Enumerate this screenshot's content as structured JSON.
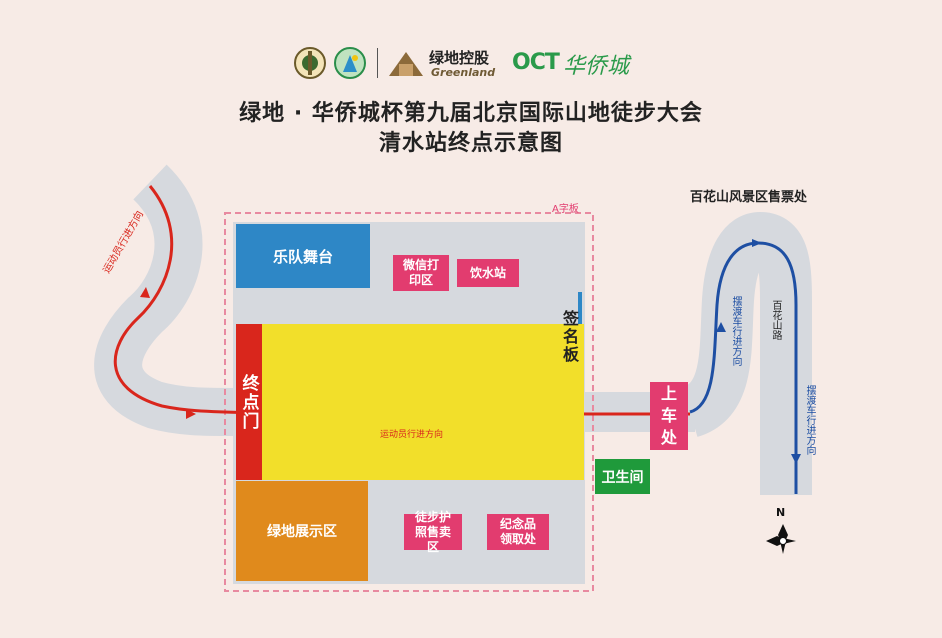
{
  "header": {
    "logos": {
      "greenland_cn": "绿地控股",
      "greenland_en": "Greenland",
      "oct": "OCT",
      "oct_cn": "华侨城"
    },
    "title_line1": "绿地 · 华侨城杯第九届北京国际山地徒步大会",
    "title_line2": "清水站终点示意图"
  },
  "labels": {
    "a_board": "A字板",
    "ticket_office": "百花山风景区售票处",
    "band_stage": "乐队舞台",
    "wechat_print": "微信打印区",
    "water_station": "饮水站",
    "signature_board": "签名板",
    "finish_gate": "终点门",
    "athlete_direction": "运动员行进方向",
    "boarding": "上车处",
    "restroom": "卫生间",
    "greenland_exhibit": "绿地展示区",
    "passport_sales": "徒步护照售卖区",
    "souvenir_pickup": "纪念品领取处",
    "left_route": "运动员行进方向",
    "shuttle_dir_up": "摆渡车行进方向",
    "shuttle_dir_down": "摆渡车行进方向",
    "mountain_road": "百花山路",
    "compass_n": "N"
  },
  "colors": {
    "background": "#f7ebe6",
    "road": "#d6d9de",
    "red_route": "#d9261c",
    "blue_route": "#1e4fa3",
    "stage_blue": "#2e87c6",
    "plaza_yellow": "#f2df2a",
    "exhibit_orange": "#e08a1c",
    "pink_label": "#e23c6f",
    "restroom_green": "#1f9a3b",
    "dashed_border": "#e88aa0"
  }
}
